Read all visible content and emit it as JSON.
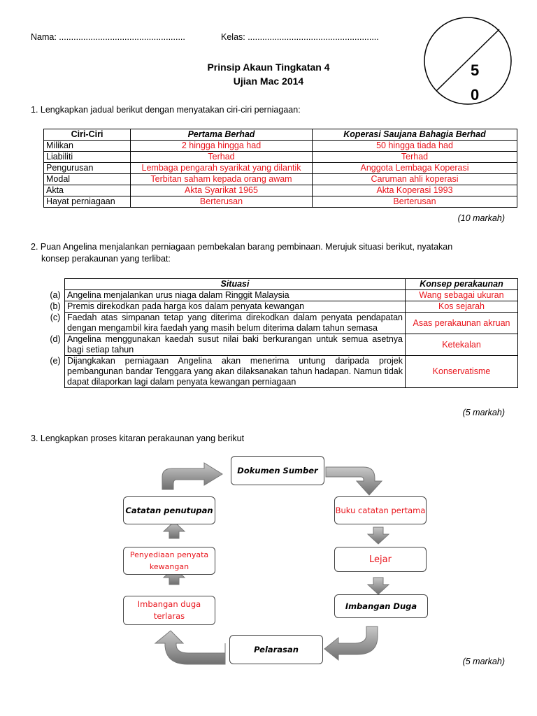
{
  "header": {
    "nama_label": "Nama: ....................................................",
    "kelas_label": "Kelas: ......................................................",
    "title_line1": "Prinsip Akaun Tingkatan 4",
    "title_line2": "Ujian Mac 2014",
    "score_top": "5",
    "score_bottom": "0"
  },
  "q1": {
    "question": "1. Lengkapkan jadual berikut dengan menyatakan ciri-ciri perniagaan:",
    "headers": [
      "Ciri-Ciri",
      "Pertama Berhad",
      "Koperasi Saujana Bahagia Berhad"
    ],
    "rows": [
      {
        "ciri": "Milikan",
        "a": "2  hingga hingga had",
        "b": "50 hingga tiada had"
      },
      {
        "ciri": "Liabiliti",
        "a": "Terhad",
        "b": "Terhad"
      },
      {
        "ciri": "Pengurusan",
        "a": "Lembaga pengarah syarikat yang dilantik",
        "b": "Anggota Lembaga Koperasi"
      },
      {
        "ciri": "Modal",
        "a": "Terbitan saham kepada orang awam",
        "b": "Caruman ahli koperasi"
      },
      {
        "ciri": "Akta",
        "a": "Akta Syarikat 1965",
        "b": "Akta Koperasi 1993"
      },
      {
        "ciri": "Hayat perniagaan",
        "a": "Berterusan",
        "b": "Berterusan"
      }
    ],
    "marks": "(10 markah)"
  },
  "q2": {
    "question_line1": "2. Puan Angelina menjalankan perniagaan pembekalan barang pembinaan. Merujuk situasi berikut, nyatakan",
    "question_line2": "konsep perakaunan yang terlibat:",
    "headers": [
      "Situasi",
      "Konsep perakaunan"
    ],
    "rows": [
      {
        "label": "(a)",
        "situasi": "Angelina menjalankan urus niaga dalam Ringgit Malaysia",
        "konsep": "Wang sebagai ukuran"
      },
      {
        "label": "(b)",
        "situasi": "Premis direkodkan pada harga kos dalam penyata kewangan",
        "konsep": "Kos sejarah"
      },
      {
        "label": "(c)",
        "situasi": "Faedah atas simpanan tetap yang diterima direkodkan dalam penyata pendapatan dengan mengambil kira faedah yang masih belum diterima dalam tahun semasa",
        "konsep": "Asas perakaunan akruan"
      },
      {
        "label": "(d)",
        "situasi": "Angelina menggunakan kaedah susut nilai baki berkurangan untuk semua asetnya bagi setiap tahun",
        "konsep": "Ketekalan"
      },
      {
        "label": "(e)",
        "situasi": "Dijangkakan perniagaan Angelina akan menerima untung daripada projek pembangunan bandar Tenggara yang akan dilaksanakan tahun hadapan. Namun tidak dapat dilaporkan lagi dalam penyata kewangan perniagaan",
        "konsep": "Konservatisme"
      }
    ],
    "marks": "(5 markah)"
  },
  "q3": {
    "question": "3. Lengkapkan proses kitaran perakaunan yang berikut",
    "dokumen_sumber": "Dokumen Sumber",
    "buku_catatan": "Buku catatan pertama",
    "lejar": "Lejar",
    "imbangan_duga": "Imbangan Duga",
    "pelarasan": "Pelarasan",
    "imbangan_duga_terlaras": "Imbangan duga terlaras",
    "penyediaan_penyata": "Penyediaan penyata kewangan",
    "catatan_penutupan": "Catatan penutupan",
    "marks": "(5 markah)",
    "colors": {
      "answer": "#e8141b",
      "arrow": "#8c8c8c"
    }
  }
}
